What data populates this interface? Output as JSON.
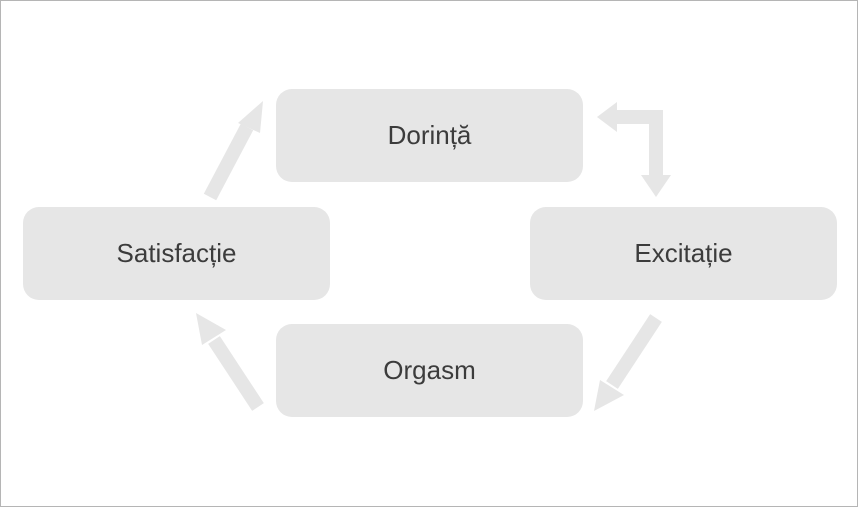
{
  "diagram": {
    "nodes": [
      {
        "id": "dorinta",
        "label": "Dorință"
      },
      {
        "id": "excitatie",
        "label": "Excitație"
      },
      {
        "id": "orgasm",
        "label": "Orgasm"
      },
      {
        "id": "satisfactie",
        "label": "Satisfacție"
      }
    ],
    "edges": [
      {
        "from": "dorinta",
        "to": "excitatie",
        "bidirectional": true
      },
      {
        "from": "excitatie",
        "to": "orgasm"
      },
      {
        "from": "orgasm",
        "to": "satisfactie"
      },
      {
        "from": "satisfactie",
        "to": "dorinta"
      }
    ],
    "colors": {
      "node_fill": "#e6e6e6",
      "arrow_fill": "#e6e6e6",
      "text": "#3c3c3c",
      "border": "#b5b5b5"
    }
  }
}
